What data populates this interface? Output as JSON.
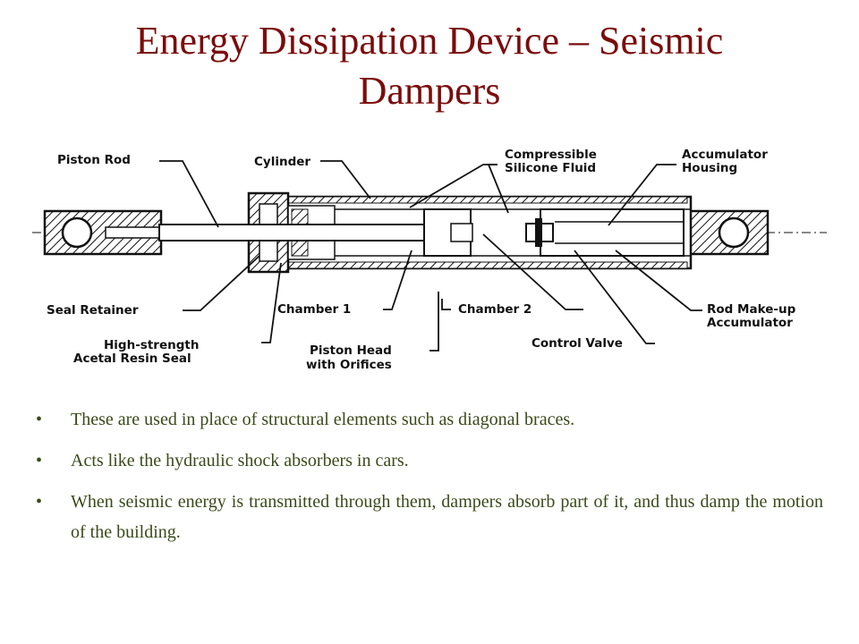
{
  "slide": {
    "title_line1": "Energy Dissipation Device – Seismic",
    "title_line2": "Dampers",
    "title_color": "#7b0c0c",
    "text_color": "#3a4a1a"
  },
  "diagram": {
    "labels": {
      "piston_rod": "Piston Rod",
      "cylinder": "Cylinder",
      "fluid_1": "Compressible",
      "fluid_2": "Silicone Fluid",
      "accum_1": "Accumulator",
      "accum_2": "Housing",
      "seal_retainer": "Seal Retainer",
      "seal_1": "High-strength",
      "seal_2": "Acetal Resin Seal",
      "chamber1": "Chamber 1",
      "chamber2": "Chamber 2",
      "piston_head_1": "Piston Head",
      "piston_head_2": "with Orifices",
      "control_valve": "Control Valve",
      "rod_makeup_1": "Rod Make-up",
      "rod_makeup_2": "Accumulator"
    }
  },
  "bullets": [
    "These are used in place of structural elements such as diagonal braces.",
    "Acts like the hydraulic shock absorbers in cars.",
    "When seismic energy is transmitted through them, dampers absorb part of it, and thus damp the motion of the building."
  ],
  "bullet_symbol": "•"
}
